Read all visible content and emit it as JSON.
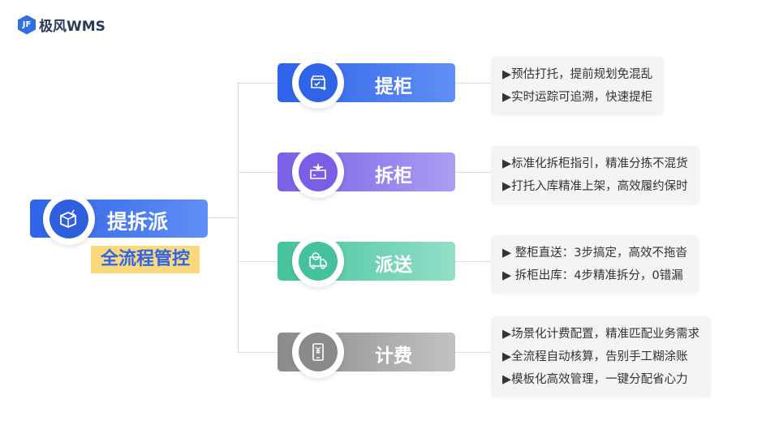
{
  "logo": {
    "mark": "JF",
    "text": "极风WMS"
  },
  "root": {
    "label": "提拆派",
    "tag": "全流程管控",
    "icon": "box-lightning-icon"
  },
  "branches": [
    {
      "label": "提柜",
      "icon": "box-check-icon",
      "color_start": "#2f63e8",
      "color_end": "#5f8ff5",
      "items": [
        "▶预估打托，提前规划免混乱",
        "▶实时运踪可追溯，快速提柜"
      ]
    },
    {
      "label": "拆柜",
      "icon": "box-download-icon",
      "color_start": "#7a5fe6",
      "color_end": "#ab9ef2",
      "items": [
        "▶标准化拆柜指引，精准分拣不混货",
        "▶打托入库精准上架，高效履约保时"
      ]
    },
    {
      "label": "派送",
      "icon": "truck-icon",
      "color_start": "#45c29c",
      "color_end": "#93dfc8",
      "items": [
        "▶ 整柜直送：3步搞定，高效不拖沓",
        "▶ 拆柜出库：4步精准拆分，0错漏"
      ]
    },
    {
      "label": "计费",
      "icon": "yen-tablet-icon",
      "color_start": "#8a8a8a",
      "color_end": "#c2c2c2",
      "items": [
        "▶场景化计费配置，精准匹配业务需求",
        "▶全流程自动核算，告别手工糊涂账",
        "▶模板化高效管理，一键分配省心力"
      ]
    }
  ]
}
